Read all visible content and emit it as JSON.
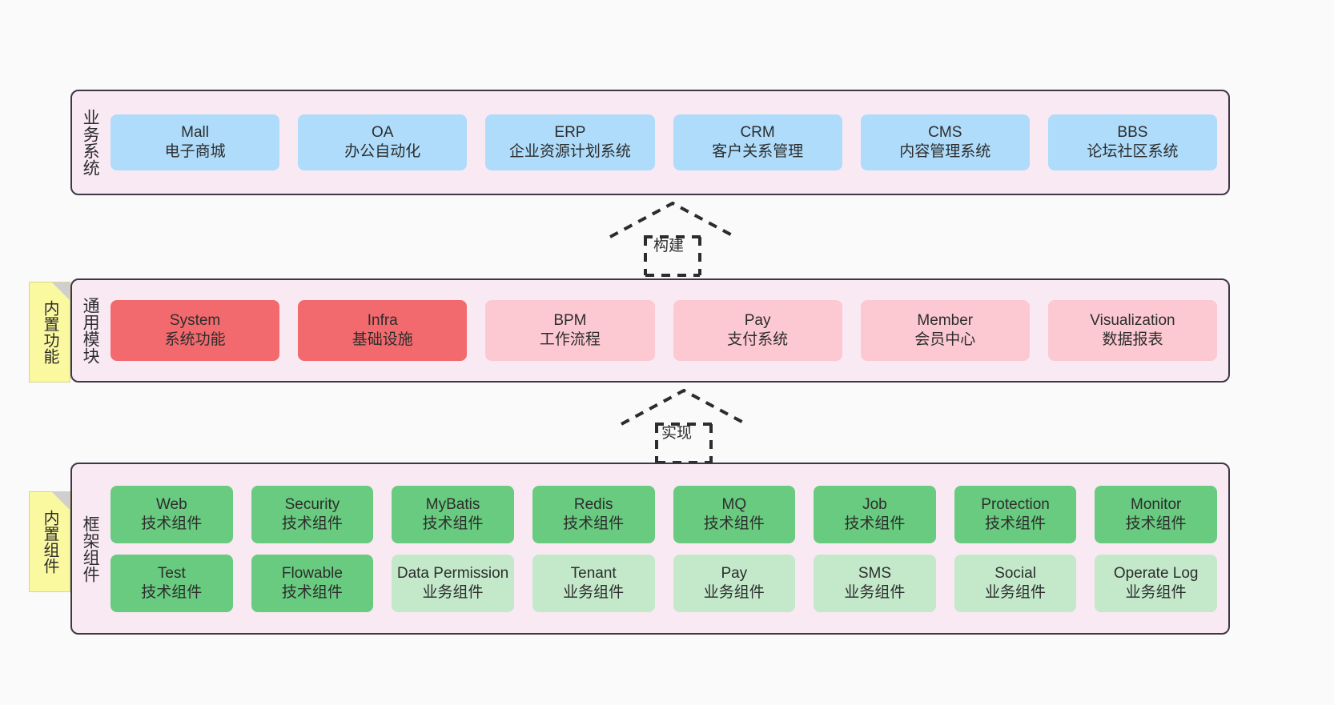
{
  "diagram": {
    "background_color": "#fafafa",
    "band_fill": "#f9e9f3",
    "band_border": "#3d3846"
  },
  "bands": [
    {
      "id": "business",
      "title": "业务系统",
      "rows": [
        [
          {
            "name": "Mall",
            "desc": "电子商城",
            "color": "#aedcfa",
            "variant": "c-blue"
          },
          {
            "name": "OA",
            "desc": "办公自动化",
            "color": "#aedcfa",
            "variant": "c-blue"
          },
          {
            "name": "ERP",
            "desc": "企业资源计划系统",
            "color": "#aedcfa",
            "variant": "c-blue"
          },
          {
            "name": "CRM",
            "desc": "客户关系管理",
            "color": "#aedcfa",
            "variant": "c-blue"
          },
          {
            "name": "CMS",
            "desc": "内容管理系统",
            "color": "#aedcfa",
            "variant": "c-blue"
          },
          {
            "name": "BBS",
            "desc": "论坛社区系统",
            "color": "#aedcfa",
            "variant": "c-blue"
          }
        ]
      ]
    },
    {
      "id": "common",
      "title": "通用模块",
      "note": "内置功能",
      "rows": [
        [
          {
            "name": "System",
            "desc": "系统功能",
            "color": "#f26a6e",
            "variant": "c-red"
          },
          {
            "name": "Infra",
            "desc": "基础设施",
            "color": "#f26a6e",
            "variant": "c-red"
          },
          {
            "name": "BPM",
            "desc": "工作流程",
            "color": "#fcc9d2",
            "variant": "c-pink"
          },
          {
            "name": "Pay",
            "desc": "支付系统",
            "color": "#fcc9d2",
            "variant": "c-pink"
          },
          {
            "name": "Member",
            "desc": "会员中心",
            "color": "#fcc9d2",
            "variant": "c-pink"
          },
          {
            "name": "Visualization",
            "desc": "数据报表",
            "color": "#fcc9d2",
            "variant": "c-pink"
          }
        ]
      ]
    },
    {
      "id": "framework",
      "title": "框架组件",
      "note": "内置组件",
      "rows": [
        [
          {
            "name": "Web",
            "desc": "技术组件",
            "color": "#68cb7f",
            "variant": "c-green"
          },
          {
            "name": "Security",
            "desc": "技术组件",
            "color": "#68cb7f",
            "variant": "c-green"
          },
          {
            "name": "MyBatis",
            "desc": "技术组件",
            "color": "#68cb7f",
            "variant": "c-green"
          },
          {
            "name": "Redis",
            "desc": "技术组件",
            "color": "#68cb7f",
            "variant": "c-green"
          },
          {
            "name": "MQ",
            "desc": "技术组件",
            "color": "#68cb7f",
            "variant": "c-green"
          },
          {
            "name": "Job",
            "desc": "技术组件",
            "color": "#68cb7f",
            "variant": "c-green"
          },
          {
            "name": "Protection",
            "desc": "技术组件",
            "color": "#68cb7f",
            "variant": "c-green"
          },
          {
            "name": "Monitor",
            "desc": "技术组件",
            "color": "#68cb7f",
            "variant": "c-green"
          }
        ],
        [
          {
            "name": "Test",
            "desc": "技术组件",
            "color": "#68cb7f",
            "variant": "c-green"
          },
          {
            "name": "Flowable",
            "desc": "技术组件",
            "color": "#68cb7f",
            "variant": "c-green"
          },
          {
            "name": "Data Permission",
            "desc": "业务组件",
            "color": "#c3e9ca",
            "variant": "c-greenlight"
          },
          {
            "name": "Tenant",
            "desc": "业务组件",
            "color": "#c3e9ca",
            "variant": "c-greenlight"
          },
          {
            "name": "Pay",
            "desc": "业务组件",
            "color": "#c3e9ca",
            "variant": "c-greenlight"
          },
          {
            "name": "SMS",
            "desc": "业务组件",
            "color": "#c3e9ca",
            "variant": "c-greenlight"
          },
          {
            "name": "Social",
            "desc": "业务组件",
            "color": "#c3e9ca",
            "variant": "c-greenlight"
          },
          {
            "name": "Operate Log",
            "desc": "业务组件",
            "color": "#c3e9ca",
            "variant": "c-greenlight"
          }
        ]
      ]
    }
  ],
  "connectors": [
    {
      "id": "build",
      "label": "构建",
      "style": "dashed-hollow-arrow"
    },
    {
      "id": "impl",
      "label": "实现",
      "style": "dashed-hollow-arrow"
    }
  ]
}
